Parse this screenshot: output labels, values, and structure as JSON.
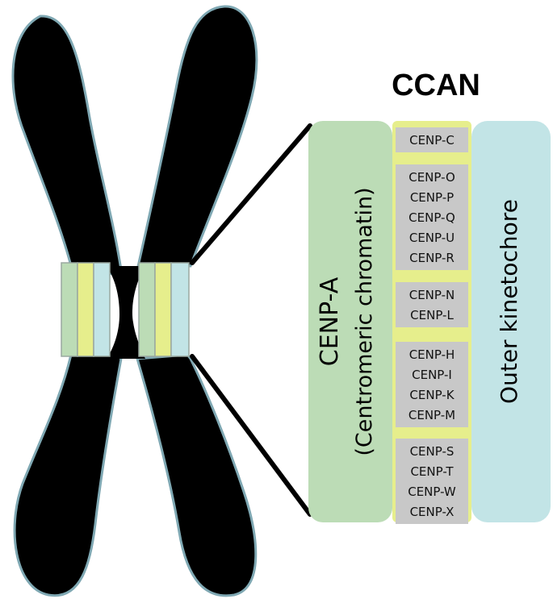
{
  "title": "CCAN",
  "inner_label": {
    "line1": "CENP-A",
    "line2": "(Centromeric chromatin)"
  },
  "outer_label": "Outer kinetochore",
  "protein_groups": [
    [
      "CENP-C"
    ],
    [
      "CENP-O",
      "CENP-P",
      "CENP-Q",
      "CENP-U",
      "CENP-R"
    ],
    [
      "CENP-N",
      "CENP-L"
    ],
    [
      "CENP-H",
      "CENP-I",
      "CENP-K",
      "CENP-M"
    ],
    [
      "CENP-S",
      "CENP-T",
      "CENP-W",
      "CENP-X"
    ]
  ],
  "colors": {
    "chromosome": "#000000",
    "chromosome_outline": "#7fa8b3",
    "cenp_a": "#bcdcb6",
    "ccan": "#e6ee8c",
    "outer_kinetochore": "#c2e4e6",
    "protein_box": "#c8c8c8",
    "band_border": "#9aa8a0"
  }
}
